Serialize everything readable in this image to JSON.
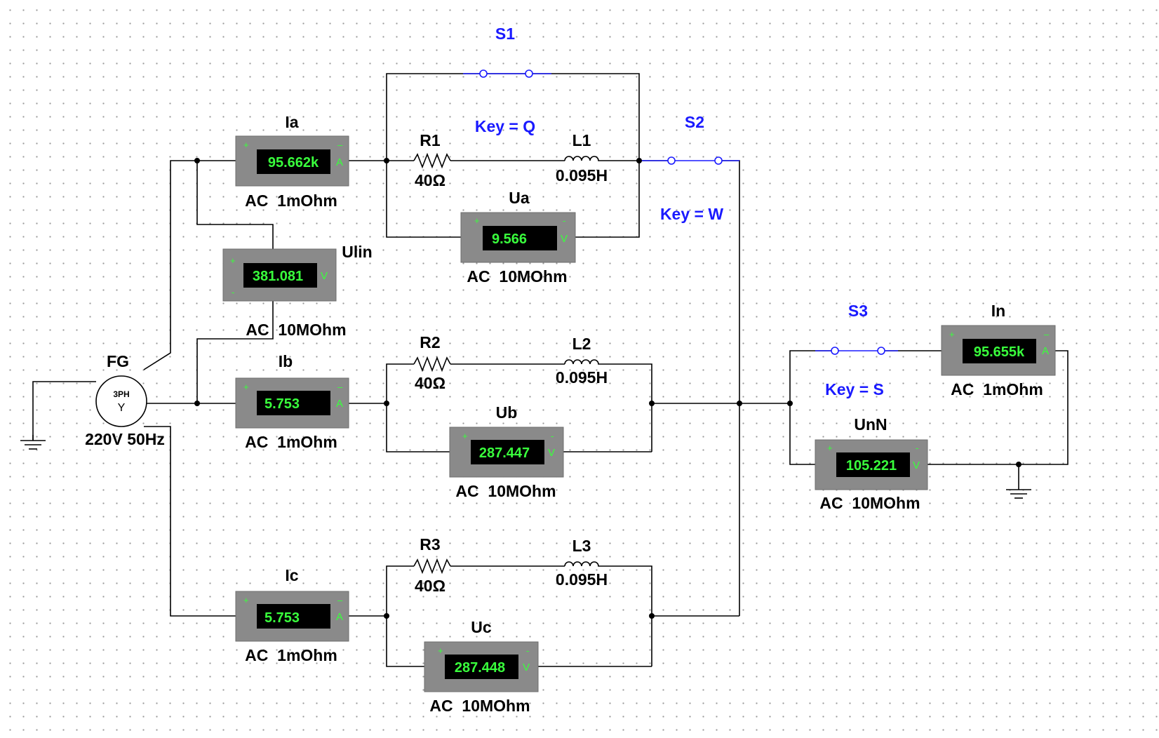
{
  "source": {
    "name": "FG",
    "type_label": "3PH",
    "connection_symbol": "Y",
    "rating": "220V 50Hz"
  },
  "meters": {
    "ia": {
      "name": "Ia",
      "value": "95.662k",
      "unit": "A",
      "mode": "AC  1mOhm"
    },
    "ib": {
      "name": "Ib",
      "value": "5.753",
      "unit": "A",
      "mode": "AC  1mOhm"
    },
    "ic": {
      "name": "Ic",
      "value": "5.753",
      "unit": "A",
      "mode": "AC  1mOhm"
    },
    "ulin": {
      "name": "Ulin",
      "value": "381.081",
      "unit": "V",
      "mode": "AC  10MOhm"
    },
    "ua": {
      "name": "Ua",
      "value": "9.566",
      "unit": "V",
      "mode": "AC  10MOhm"
    },
    "ub": {
      "name": "Ub",
      "value": "287.447",
      "unit": "V",
      "mode": "AC  10MOhm"
    },
    "uc": {
      "name": "Uc",
      "value": "287.448",
      "unit": "V",
      "mode": "AC  10MOhm"
    },
    "in": {
      "name": "In",
      "value": "95.655k",
      "unit": "A",
      "mode": "AC  1mOhm"
    },
    "unn": {
      "name": "UnN",
      "value": "105.221",
      "unit": "V",
      "mode": "AC  10MOhm"
    }
  },
  "components": {
    "r1": {
      "name": "R1",
      "value": "40Ω"
    },
    "r2": {
      "name": "R2",
      "value": "40Ω"
    },
    "r3": {
      "name": "R3",
      "value": "40Ω"
    },
    "l1": {
      "name": "L1",
      "value": "0.095H"
    },
    "l2": {
      "name": "L2",
      "value": "0.095H"
    },
    "l3": {
      "name": "L3",
      "value": "0.095H"
    }
  },
  "switches": {
    "s1": {
      "name": "S1",
      "key": "Key = Q"
    },
    "s2": {
      "name": "S2",
      "key": "Key = W"
    },
    "s3": {
      "name": "S3",
      "key": "Key = S"
    }
  },
  "colors": {
    "wire": "#000000",
    "switch_label": "#1a1aff",
    "meter_body": "#8a8a8a",
    "meter_display": "#39ff3c"
  }
}
